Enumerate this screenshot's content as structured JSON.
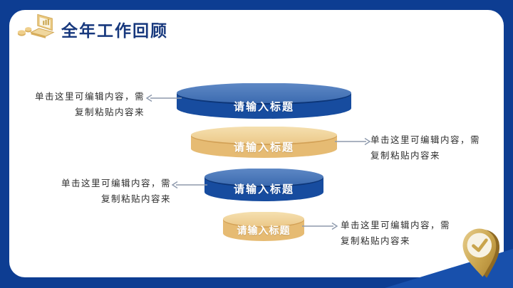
{
  "slide": {
    "title": "全年工作回顾",
    "title_icon": "laptop-with-coins-icon",
    "corner_icon": "location-pin-check-icon"
  },
  "colors": {
    "frame_blue": "#0D3D92",
    "corner_triangle_blue": "#1850AC",
    "title_navy": "#17387D",
    "blue_disc_body": "#174C9F",
    "blue_disc_top": "#4C79BA",
    "gold_disc_body": "#E6BB73",
    "gold_disc_top": "#F2D9A2",
    "disc_label_text": "#FFFFFF",
    "annotation_text": "#2B2B2B",
    "arrow_gray": "#8D99AC",
    "pin_gold": "#C9A44C"
  },
  "funnel": {
    "items": [
      {
        "label": "请输入标题",
        "color": "blue",
        "annotation_side": "left"
      },
      {
        "label": "请输入标题",
        "color": "gold",
        "annotation_side": "right"
      },
      {
        "label": "请输入标题",
        "color": "blue",
        "annotation_side": "left"
      },
      {
        "label": "请输入标题",
        "color": "gold",
        "annotation_side": "right"
      }
    ]
  },
  "annotations": [
    {
      "side": "left",
      "line1": "单击这里可编辑内容，需",
      "line2": "复制粘贴内容来"
    },
    {
      "side": "right",
      "line1": "单击这里可编辑内容，需",
      "line2": "复制粘贴内容来"
    },
    {
      "side": "left",
      "line1": "单击这里可编辑内容，需",
      "line2": "复制粘贴内容来"
    },
    {
      "side": "right",
      "line1": "单击这里可编辑内容，需",
      "line2": "复制粘贴内容来"
    }
  ]
}
